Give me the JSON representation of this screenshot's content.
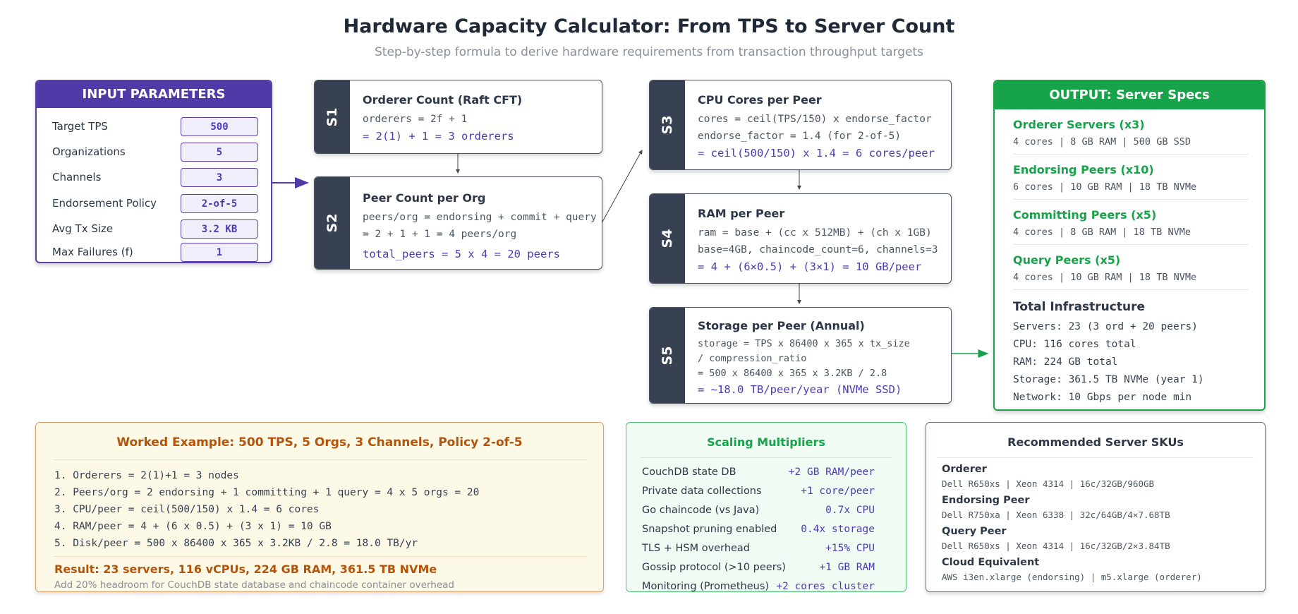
{
  "header": {
    "title": "Hardware Capacity Calculator: From TPS to Server Count",
    "subtitle": "Step-by-step formula to derive hardware requirements from transaction throughput targets"
  },
  "input": {
    "title": "INPUT PARAMETERS",
    "params": [
      {
        "label": "Target TPS",
        "value": "500"
      },
      {
        "label": "Organizations",
        "value": "5"
      },
      {
        "label": "Channels",
        "value": "3"
      },
      {
        "label": "Endorsement Policy",
        "value": "2-of-5"
      },
      {
        "label": "Avg Tx Size",
        "value": "3.2 KB"
      },
      {
        "label": "Max Failures (f)",
        "value": "1"
      }
    ]
  },
  "steps": [
    {
      "id": "S1",
      "title": "Orderer Count (Raft CFT)",
      "lines": [
        "orderers = 2f + 1"
      ],
      "result": "= 2(1) + 1 = 3 orderers"
    },
    {
      "id": "S2",
      "title": "Peer Count per Org",
      "lines": [
        "peers/org = endorsing + commit + query",
        "= 2 + 1 + 1 = 4 peers/org"
      ],
      "result": "total_peers = 5 x 4 = 20 peers"
    },
    {
      "id": "S3",
      "title": "CPU Cores per Peer",
      "lines": [
        "cores = ceil(TPS/150) x endorse_factor",
        "endorse_factor = 1.4 (for 2-of-5)"
      ],
      "result": "= ceil(500/150) x 1.4 = 6 cores/peer"
    },
    {
      "id": "S4",
      "title": "RAM per Peer",
      "lines": [
        "ram = base + (cc x 512MB) + (ch x 1GB)",
        "base=4GB, chaincode_count=6, channels=3"
      ],
      "result": "= 4 + (6×0.5) + (3×1) = 10 GB/peer"
    },
    {
      "id": "S5",
      "title": "Storage per Peer (Annual)",
      "lines": [
        "storage = TPS x 86400 x 365 x tx_size",
        "/ compression_ratio",
        "= 500 x 86400 x 365 x 3.2KB / 2.8"
      ],
      "result": "= ~18.0 TB/peer/year (NVMe SSD)"
    }
  ],
  "output": {
    "title": "OUTPUT: Server Specs",
    "items": [
      {
        "title": "Orderer Servers (x3)",
        "spec": "4 cores | 8 GB RAM | 500 GB SSD"
      },
      {
        "title": "Endorsing Peers (x10)",
        "spec": "6 cores | 10 GB RAM | 18 TB NVMe"
      },
      {
        "title": "Committing Peers (x5)",
        "spec": "4 cores | 8 GB RAM | 18 TB NVMe"
      },
      {
        "title": "Query Peers (x5)",
        "spec": "4 cores | 10 GB RAM | 18 TB NVMe"
      }
    ],
    "total_title": "Total Infrastructure",
    "totals": [
      "Servers: 23 (3 ord + 20 peers)",
      "CPU: 116 cores total",
      "RAM: 224 GB total",
      "Storage: 361.5 TB NVMe (year 1)",
      "Network: 10 Gbps per node min"
    ]
  },
  "worked": {
    "title": "Worked Example: 500 TPS, 5 Orgs, 3 Channels, Policy 2-of-5",
    "lines": [
      "1. Orderers = 2(1)+1 = 3 nodes",
      "2. Peers/org = 2 endorsing + 1 committing + 1 query = 4 x 5 orgs = 20",
      "3. CPU/peer = ceil(500/150) x 1.4 = 6 cores",
      "4. RAM/peer = 4 + (6 x 0.5) + (3 x 1) = 10 GB",
      "5. Disk/peer = 500 x 86400 x 365 x 3.2KB / 2.8 = 18.0 TB/yr"
    ],
    "result": "Result: 23 servers, 116 vCPUs, 224 GB RAM, 361.5 TB NVMe",
    "note": "Add 20% headroom for CouchDB state database and chaincode container overhead"
  },
  "scaling": {
    "title": "Scaling Multipliers",
    "rows": [
      {
        "k": "CouchDB state DB",
        "v": "+2 GB RAM/peer"
      },
      {
        "k": "Private data collections",
        "v": "+1 core/peer"
      },
      {
        "k": "Go chaincode (vs Java)",
        "v": "0.7x CPU"
      },
      {
        "k": "Snapshot pruning enabled",
        "v": "0.4x storage"
      },
      {
        "k": "TLS + HSM overhead",
        "v": "+15% CPU"
      },
      {
        "k": "Gossip protocol (>10 peers)",
        "v": "+1 GB RAM"
      },
      {
        "k": "Monitoring (Prometheus)",
        "v": "+2 cores cluster"
      }
    ]
  },
  "skus": {
    "title": "Recommended Server SKUs",
    "items": [
      {
        "t": "Orderer",
        "d": "Dell R650xs | Xeon 4314 | 16c/32GB/960GB"
      },
      {
        "t": "Endorsing Peer",
        "d": "Dell R750xa | Xeon 6338 | 32c/64GB/4×7.68TB"
      },
      {
        "t": "Query Peer",
        "d": "Dell R650xs | Xeon 4314 | 16c/32GB/2×3.84TB"
      },
      {
        "t": "Cloud Equivalent",
        "d": "AWS i3en.xlarge (endorsing) | m5.xlarge (orderer)"
      }
    ]
  },
  "colors": {
    "input": "#5139a8",
    "output": "#17a34a",
    "step_strip": "#374151",
    "worked": "#b45309",
    "formula_result": "#4c3bb4"
  }
}
